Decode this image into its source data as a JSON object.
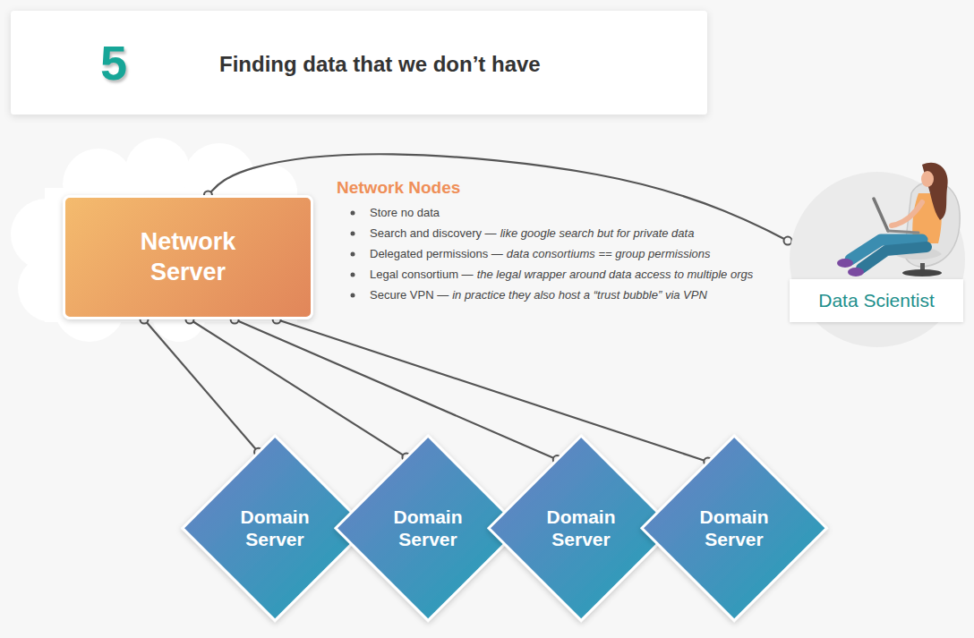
{
  "diagram": {
    "title": "Finding data that we don’t have",
    "nodes": [
      {
        "text": [
          "Network Server"
        ]
      },
      {
        "text": [
          "Data Scientist"
        ]
      },
      {
        "text": [
          "Domain Server"
        ]
      },
      {
        "text": [
          "Domain Server"
        ]
      },
      {
        "text": [
          "Domain Server"
        ]
      },
      {
        "text": [
          "Domain Server"
        ]
      }
    ],
    "edges": [
      {
        "from": 0,
        "to": 1,
        "arrow": "none"
      },
      {
        "from": 0,
        "to": 2,
        "arrow": "none"
      },
      {
        "from": 0,
        "to": 3,
        "arrow": "none"
      },
      {
        "from": 0,
        "to": 4,
        "arrow": "none"
      },
      {
        "from": 0,
        "to": 5,
        "arrow": "none"
      }
    ],
    "labels": [
      "5",
      "Network Nodes",
      "Store no data",
      "Search and discovery —",
      "like google search but for private data",
      "Delegated permissions —",
      "data consortiums == group permissions",
      "Legal consortium —",
      "the legal wrapper around data access to multiple orgs",
      "Secure VPN —",
      "in practice they also host a “trust bubble” via VPN"
    ]
  }
}
